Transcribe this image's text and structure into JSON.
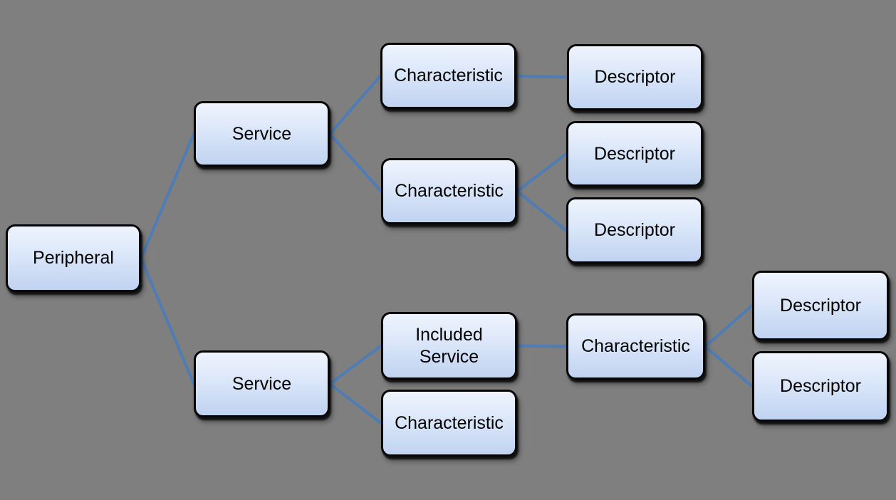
{
  "background_color": "#7f7f7f",
  "theme": {
    "box_border_color": "#060606",
    "box_fill_top": "#eff4fd",
    "box_fill_bottom": "#c0d3f1",
    "connector_color": "#4e7cb5",
    "connector_width": 4
  },
  "diagram": {
    "description": "GATT peripheral hierarchy tree",
    "nodes": [
      {
        "id": "peripheral",
        "label": "Peripheral"
      },
      {
        "id": "service-1",
        "label": "Service"
      },
      {
        "id": "characteristic-1",
        "label": "Characteristic"
      },
      {
        "id": "descriptor-1",
        "label": "Descriptor"
      },
      {
        "id": "characteristic-2",
        "label": "Characteristic"
      },
      {
        "id": "descriptor-2",
        "label": "Descriptor"
      },
      {
        "id": "descriptor-3",
        "label": "Descriptor"
      },
      {
        "id": "service-2",
        "label": "Service"
      },
      {
        "id": "included-service",
        "label": "Included Service"
      },
      {
        "id": "characteristic-3",
        "label": "Characteristic"
      },
      {
        "id": "characteristic-4",
        "label": "Characteristic"
      },
      {
        "id": "descriptor-4",
        "label": "Descriptor"
      },
      {
        "id": "descriptor-5",
        "label": "Descriptor"
      }
    ],
    "edges": [
      {
        "from": "peripheral",
        "to": "service-1"
      },
      {
        "from": "peripheral",
        "to": "service-2"
      },
      {
        "from": "service-1",
        "to": "characteristic-1"
      },
      {
        "from": "service-1",
        "to": "characteristic-2"
      },
      {
        "from": "characteristic-1",
        "to": "descriptor-1"
      },
      {
        "from": "characteristic-2",
        "to": "descriptor-2"
      },
      {
        "from": "characteristic-2",
        "to": "descriptor-3"
      },
      {
        "from": "service-2",
        "to": "included-service"
      },
      {
        "from": "service-2",
        "to": "characteristic-3"
      },
      {
        "from": "included-service",
        "to": "characteristic-4"
      },
      {
        "from": "characteristic-4",
        "to": "descriptor-4"
      },
      {
        "from": "characteristic-4",
        "to": "descriptor-5"
      }
    ]
  }
}
